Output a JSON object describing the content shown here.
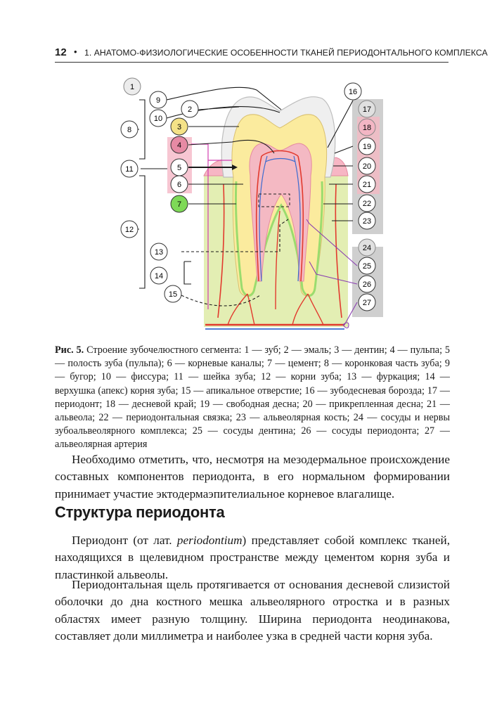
{
  "header": {
    "page_number": "12",
    "bullet": "•",
    "running_title": "1. АНАТОМО-ФИЗИОЛОГИЧЕСКИЕ ОСОБЕННОСТИ ТКАНЕЙ ПЕРИОДОНТАЛЬНОГО КОМПЛЕКСА"
  },
  "figure": {
    "callouts": [
      "1",
      "2",
      "3",
      "4",
      "5",
      "6",
      "7",
      "8",
      "9",
      "10",
      "11",
      "12",
      "13",
      "14",
      "15",
      "16",
      "17",
      "18",
      "19",
      "20",
      "21",
      "22",
      "23",
      "24",
      "25",
      "26",
      "27"
    ],
    "colors": {
      "enamel": "#efefef",
      "dentin": "#fbeb9e",
      "pulp": "#f4b9c3",
      "gum": "#f7b6c4",
      "bone": "#e3eeb3",
      "cement": "#9bdc6e",
      "artery": "#e23a2e",
      "vein": "#3a6bd0",
      "nerve": "#8a3fb0",
      "panel": "#cfcfcf"
    }
  },
  "caption": {
    "label": "Рис. 5.",
    "text": "Строение зубочелюстного сегмента: 1 — зуб; 2 — эмаль; 3 — дентин; 4 — пульпа; 5 — полость зуба (пульпа); 6 — корневые каналы; 7 — цемент; 8 — коронковая часть зуба; 9 — бугор; 10 — фиссура; 11 — шейка зуба; 12 — корни зуба; 13 — фуркация; 14 — верхушка (апекс) корня зуба; 15 — апикальное отверстие; 16 — зубодесневая борозда; 17 — периодонт; 18 — десневой край; 19 — свободная десна; 20 — прикрепленная десна; 21 — альвеола; 22 — периодонтальная связка; 23 — альвеолярная кость; 24 — сосуды и нервы зубоальвеолярного комплекса; 25 — сосуды дентина; 26 — сосуды периодонта; 27 — альвеолярная артерия"
  },
  "paragraph1": "Необходимо отметить, что, несмотря на мезодермальное происхождение составных компонентов периодонта, в его нормальном формировании принимает участие эктодермаэпителиальное корневое влагалище.",
  "section_title": "Структура периодонта",
  "paragraph2": {
    "before": "Периодонт (от лат. ",
    "term": "periodontium",
    "after": ") представляет собой комплекс тканей, находящихся в щелевидном пространстве между цементом корня зуба и пластинкой альвеолы."
  },
  "paragraph3": "Периодонтальная щель протягивается от основания десневой слизистой оболочки до дна костного мешка альвеолярного отростка и в разных областях имеет разную толщину. Ширина периодонта неодинакова, составляет доли миллиметра и наиболее узка в средней части корня зуба."
}
